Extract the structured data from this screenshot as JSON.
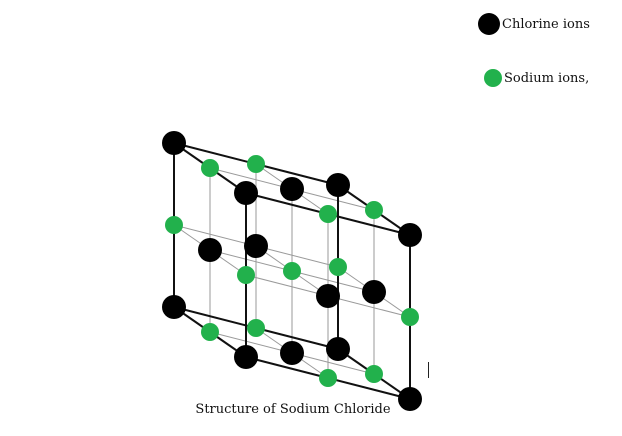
{
  "legend": {
    "chlorine_label": "Chlorine ions",
    "sodium_label": "Sodium ions,"
  },
  "caption": "Structure of Sodium Chloride",
  "colors": {
    "chlorine": "#000000",
    "sodium": "#22b14c",
    "edge_outer": "#111111",
    "edge_inner": "#9a9a9a"
  },
  "lattice": {
    "type": "rock-salt 3x3x3 cubic lattice",
    "ions_per_edge": 3
  }
}
